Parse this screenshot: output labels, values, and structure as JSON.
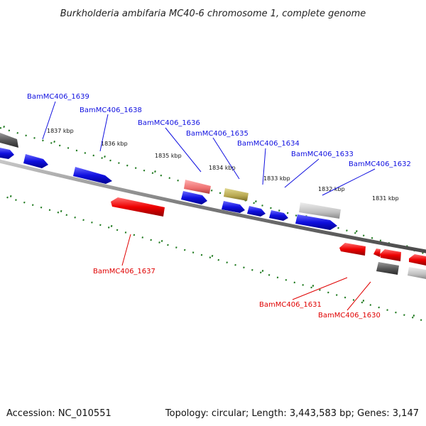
{
  "title": "Burkholderia ambifaria MC40-6 chromosome 1, complete genome",
  "footer": {
    "accession": "Accession: NC_010551",
    "summary": "Topology: circular; Length: 3,443,583 bp; Genes: 3,147"
  },
  "colors": {
    "forward_gene": "#1a10e0",
    "reverse_gene": "#e00000",
    "backbone": "#7a7a7a",
    "tick": "#1f7a1f"
  },
  "kbp_ticks": [
    "1837 kbp",
    "1836 kbp",
    "1835 kbp",
    "1834 kbp",
    "1833 kbp",
    "1832 kbp",
    "1831 kbp"
  ],
  "genes": [
    {
      "label": "BamMC406_1639",
      "strand": "forward",
      "color": "blue"
    },
    {
      "label": "BamMC406_1638",
      "strand": "forward",
      "color": "blue"
    },
    {
      "label": "BamMC406_1636",
      "strand": "forward",
      "color": "blue"
    },
    {
      "label": "BamMC406_1635",
      "strand": "forward",
      "color": "blue"
    },
    {
      "label": "BamMC406_1634",
      "strand": "forward",
      "color": "blue"
    },
    {
      "label": "BamMC406_1633",
      "strand": "forward",
      "color": "blue"
    },
    {
      "label": "BamMC406_1632",
      "strand": "forward",
      "color": "blue"
    },
    {
      "label": "BamMC406_1637",
      "strand": "reverse",
      "color": "red"
    },
    {
      "label": "BamMC406_1631",
      "strand": "reverse",
      "color": "red"
    },
    {
      "label": "BamMC406_1630",
      "strand": "reverse",
      "color": "red"
    }
  ]
}
